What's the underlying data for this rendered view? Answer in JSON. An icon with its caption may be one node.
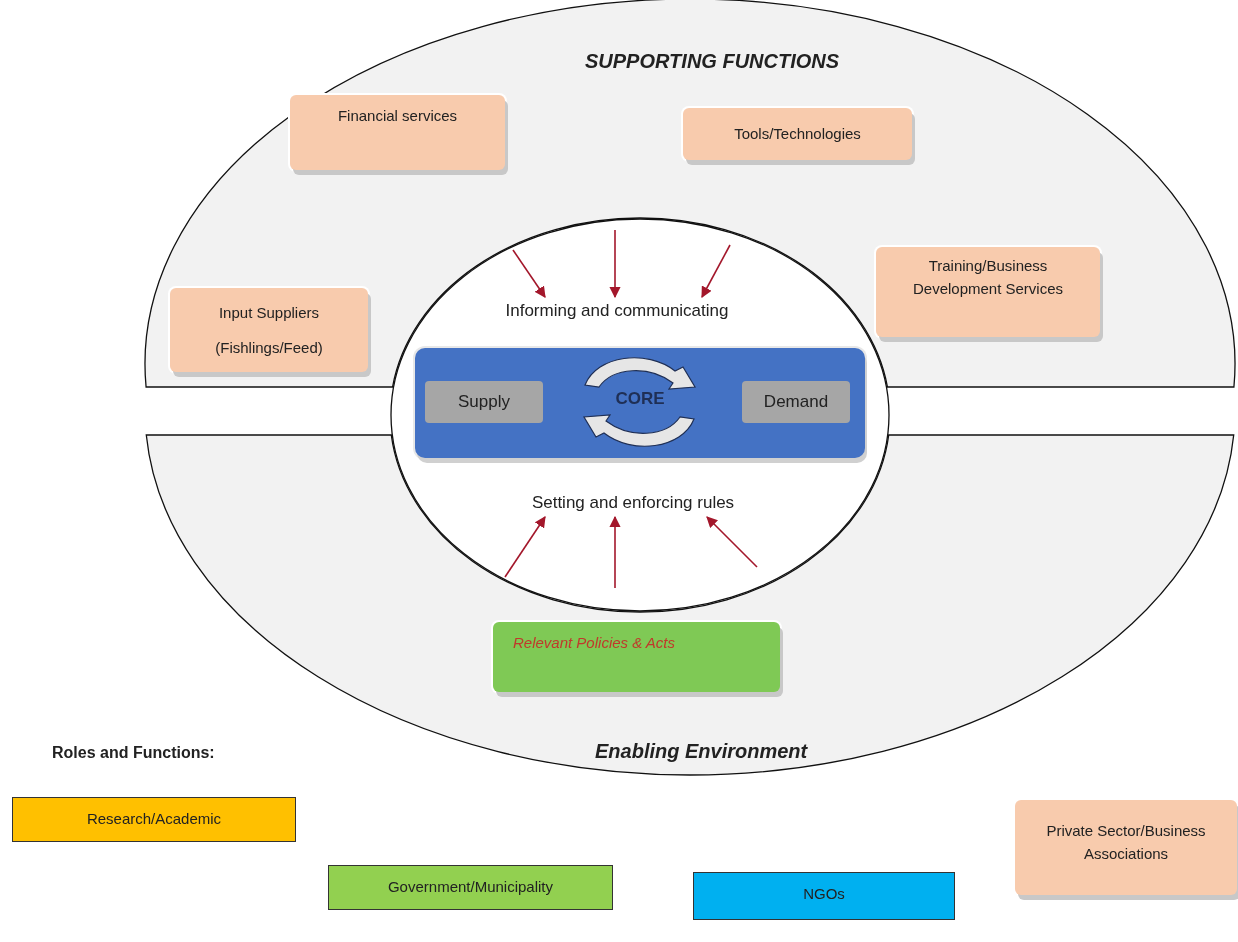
{
  "diagram": {
    "nodes": [
      {
        "text": [
          "SUPPORTING FUNCTIONS"
        ]
      },
      {
        "text": [
          "Financial services"
        ],
        "in": 0
      },
      {
        "text": [
          "Tools/Technologies"
        ],
        "in": 0
      },
      {
        "text": [
          "Input Suppliers (Fishlings/Feed)"
        ],
        "in": 0
      },
      {
        "text": [
          "Training/Business Development Services"
        ],
        "in": 0
      },
      {
        "text": [
          "Enabling Environment"
        ]
      },
      {
        "text": [
          "Relevant Policies & Acts"
        ],
        "in": 5
      },
      {
        "text": [],
        "shape": "circle"
      },
      {
        "text": [
          "Informing and communicating"
        ],
        "in": 7
      },
      {
        "text": [
          "CORE"
        ],
        "in": 7
      },
      {
        "text": [
          "Supply"
        ],
        "in": 9
      },
      {
        "text": [
          "Demand"
        ],
        "in": 9
      },
      {
        "text": [
          "Setting and enforcing rules"
        ],
        "in": 7
      },
      {
        "text": [
          "Research/Academic"
        ]
      },
      {
        "text": [
          "Government/Municipality"
        ]
      },
      {
        "text": [
          "NGOs"
        ]
      },
      {
        "text": [
          "Private Sector/Business Associations"
        ]
      }
    ],
    "edges": [
      {
        "from": null,
        "to": 8,
        "arrow": "to"
      },
      {
        "from": null,
        "to": 8,
        "arrow": "to"
      },
      {
        "from": null,
        "to": 8,
        "arrow": "to"
      },
      {
        "from": null,
        "to": 12,
        "arrow": "to"
      },
      {
        "from": null,
        "to": 12,
        "arrow": "to"
      },
      {
        "from": null,
        "to": 12,
        "arrow": "to"
      }
    ],
    "labels": [
      "Roles and Functions:"
    ]
  }
}
